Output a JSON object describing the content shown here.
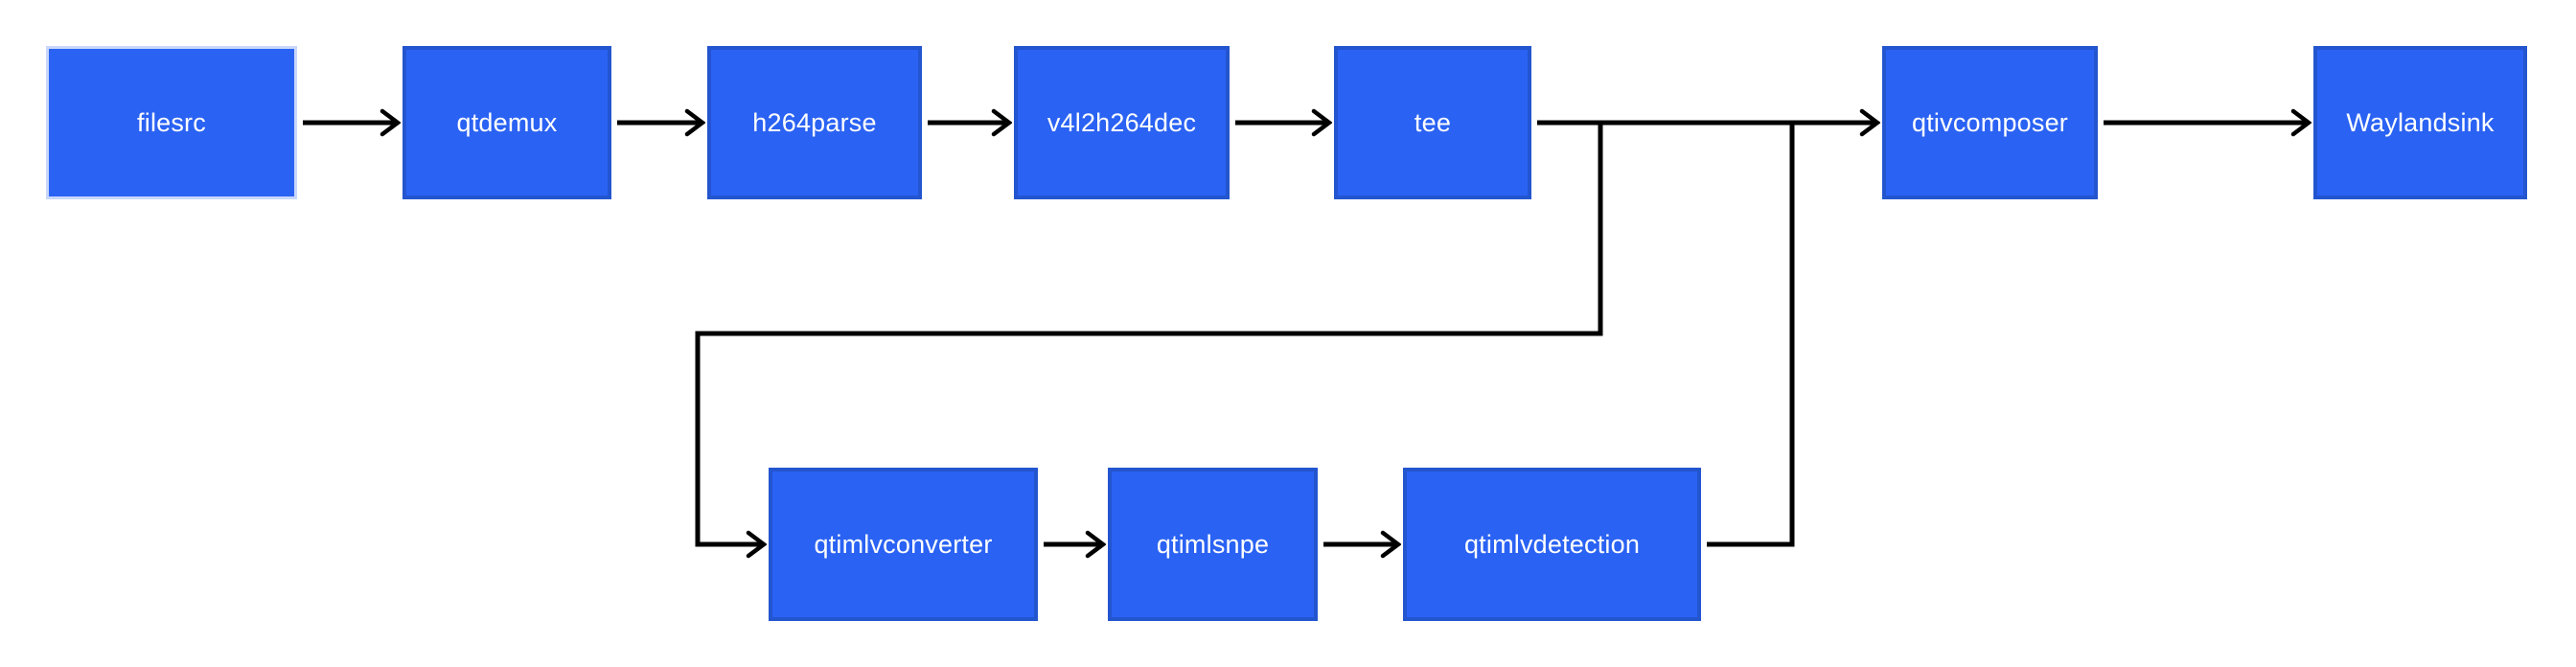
{
  "diagram": {
    "type": "flowchart",
    "description": "GStreamer video pipeline with tee split into AI detection branch",
    "colors": {
      "background": "#ffffff",
      "node_fill": "#2a62f3",
      "node_border": "#2355cf",
      "filesrc_border": "#c9d7fa",
      "text": "#ffffff",
      "line": "#000000"
    },
    "nodes": [
      {
        "id": "filesrc",
        "label": "filesrc",
        "row": "top"
      },
      {
        "id": "qtdemux",
        "label": "qtdemux",
        "row": "top"
      },
      {
        "id": "h264parse",
        "label": "h264parse",
        "row": "top"
      },
      {
        "id": "v4l2h264dec",
        "label": "v4l2h264dec",
        "row": "top"
      },
      {
        "id": "tee",
        "label": "tee",
        "row": "top"
      },
      {
        "id": "qtivcomposer",
        "label": "qtivcomposer",
        "row": "top"
      },
      {
        "id": "waylandsink",
        "label": "Waylandsink",
        "row": "top"
      },
      {
        "id": "qtimlvconverter",
        "label": "qtimlvconverter",
        "row": "bottom"
      },
      {
        "id": "qtimlsnpe",
        "label": "qtimlsnpe",
        "row": "bottom"
      },
      {
        "id": "qtimlvdetection",
        "label": "qtimlvdetection",
        "row": "bottom"
      }
    ],
    "edges": [
      {
        "from": "filesrc",
        "to": "qtdemux"
      },
      {
        "from": "qtdemux",
        "to": "h264parse"
      },
      {
        "from": "h264parse",
        "to": "v4l2h264dec"
      },
      {
        "from": "v4l2h264dec",
        "to": "tee"
      },
      {
        "from": "tee",
        "to": "qtivcomposer"
      },
      {
        "from": "qtivcomposer",
        "to": "Waylandsink"
      },
      {
        "from": "tee",
        "to": "qtimlvconverter",
        "route": "down-branch"
      },
      {
        "from": "qtimlvconverter",
        "to": "qtimlsnpe"
      },
      {
        "from": "qtimlsnpe",
        "to": "qtimlvdetection"
      },
      {
        "from": "qtimlvdetection",
        "to": "qtivcomposer",
        "route": "up-branch"
      }
    ]
  }
}
